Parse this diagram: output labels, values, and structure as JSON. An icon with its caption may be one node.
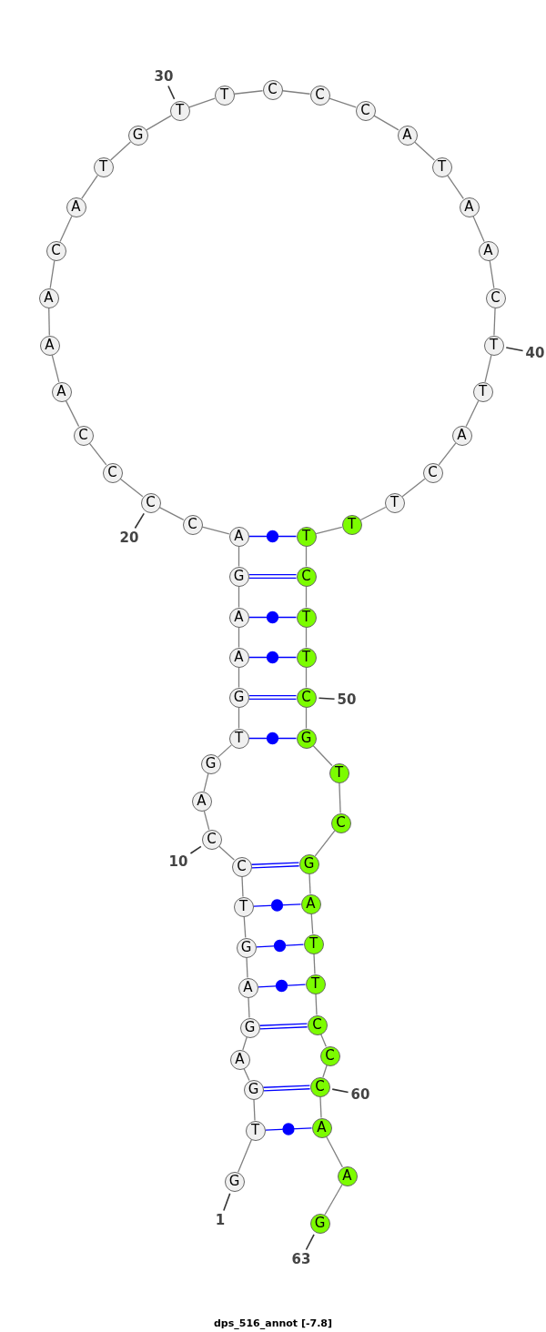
{
  "diagram": {
    "caption": "dps_516_annot [-7.8]",
    "nodes": [
      {
        "text": [
          "G"
        ]
      },
      {
        "text": [
          "T"
        ]
      },
      {
        "text": [
          "G"
        ]
      },
      {
        "text": [
          "A"
        ]
      },
      {
        "text": [
          "G"
        ]
      },
      {
        "text": [
          "A"
        ]
      },
      {
        "text": [
          "G"
        ]
      },
      {
        "text": [
          "T"
        ]
      },
      {
        "text": [
          "C"
        ]
      },
      {
        "text": [
          "C"
        ]
      },
      {
        "text": [
          "A"
        ]
      },
      {
        "text": [
          "G"
        ]
      },
      {
        "text": [
          "T"
        ]
      },
      {
        "text": [
          "G"
        ]
      },
      {
        "text": [
          "A"
        ]
      },
      {
        "text": [
          "A"
        ]
      },
      {
        "text": [
          "G"
        ]
      },
      {
        "text": [
          "A"
        ]
      },
      {
        "text": [
          "C"
        ]
      },
      {
        "text": [
          "C"
        ]
      },
      {
        "text": [
          "C"
        ]
      },
      {
        "text": [
          "C"
        ]
      },
      {
        "text": [
          "A"
        ]
      },
      {
        "text": [
          "A"
        ]
      },
      {
        "text": [
          "A"
        ]
      },
      {
        "text": [
          "C"
        ]
      },
      {
        "text": [
          "A"
        ]
      },
      {
        "text": [
          "T"
        ]
      },
      {
        "text": [
          "G"
        ]
      },
      {
        "text": [
          "T"
        ]
      },
      {
        "text": [
          "T"
        ]
      },
      {
        "text": [
          "C"
        ]
      },
      {
        "text": [
          "C"
        ]
      },
      {
        "text": [
          "C"
        ]
      },
      {
        "text": [
          "A"
        ]
      },
      {
        "text": [
          "T"
        ]
      },
      {
        "text": [
          "A"
        ]
      },
      {
        "text": [
          "A"
        ]
      },
      {
        "text": [
          "C"
        ]
      },
      {
        "text": [
          "T"
        ]
      },
      {
        "text": [
          "T"
        ]
      },
      {
        "text": [
          "A"
        ]
      },
      {
        "text": [
          "C"
        ]
      },
      {
        "text": [
          "T"
        ]
      },
      {
        "text": [
          "T"
        ]
      },
      {
        "text": [
          "T"
        ]
      },
      {
        "text": [
          "C"
        ]
      },
      {
        "text": [
          "T"
        ]
      },
      {
        "text": [
          "T"
        ]
      },
      {
        "text": [
          "C"
        ]
      },
      {
        "text": [
          "G"
        ]
      },
      {
        "text": [
          "T"
        ]
      },
      {
        "text": [
          "C"
        ]
      },
      {
        "text": [
          "G"
        ]
      },
      {
        "text": [
          "A"
        ]
      },
      {
        "text": [
          "T"
        ]
      },
      {
        "text": [
          "T"
        ]
      },
      {
        "text": [
          "C"
        ]
      },
      {
        "text": [
          "C"
        ]
      },
      {
        "text": [
          "C"
        ]
      },
      {
        "text": [
          "A"
        ]
      },
      {
        "text": [
          "A"
        ]
      },
      {
        "text": [
          "G"
        ]
      },
      {
        "text": [
          "30"
        ]
      },
      {
        "text": [
          "40"
        ]
      },
      {
        "text": [
          "20"
        ]
      },
      {
        "text": [
          "50"
        ]
      },
      {
        "text": [
          "10"
        ]
      },
      {
        "text": [
          "60"
        ]
      },
      {
        "text": [
          "1"
        ]
      },
      {
        "text": [
          "63"
        ]
      }
    ],
    "edges": [
      {
        "from": 0,
        "to": 1,
        "arrow": "none"
      },
      {
        "from": 1,
        "to": 2,
        "arrow": "none"
      },
      {
        "from": 2,
        "to": 3,
        "arrow": "none"
      },
      {
        "from": 3,
        "to": 4,
        "arrow": "none"
      },
      {
        "from": 4,
        "to": 5,
        "arrow": "none"
      },
      {
        "from": 5,
        "to": 6,
        "arrow": "none"
      },
      {
        "from": 6,
        "to": 7,
        "arrow": "none"
      },
      {
        "from": 7,
        "to": 8,
        "arrow": "none"
      },
      {
        "from": 8,
        "to": 9,
        "arrow": "none"
      },
      {
        "from": 9,
        "to": 10,
        "arrow": "none"
      },
      {
        "from": 10,
        "to": 11,
        "arrow": "none"
      },
      {
        "from": 11,
        "to": 12,
        "arrow": "none"
      },
      {
        "from": 12,
        "to": 13,
        "arrow": "none"
      },
      {
        "from": 13,
        "to": 14,
        "arrow": "none"
      },
      {
        "from": 14,
        "to": 15,
        "arrow": "none"
      },
      {
        "from": 15,
        "to": 16,
        "arrow": "none"
      },
      {
        "from": 16,
        "to": 17,
        "arrow": "none"
      },
      {
        "from": 17,
        "to": 18,
        "arrow": "none"
      },
      {
        "from": 18,
        "to": 19,
        "arrow": "none"
      },
      {
        "from": 19,
        "to": 20,
        "arrow": "none"
      },
      {
        "from": 20,
        "to": 21,
        "arrow": "none"
      },
      {
        "from": 21,
        "to": 22,
        "arrow": "none"
      },
      {
        "from": 22,
        "to": 23,
        "arrow": "none"
      },
      {
        "from": 23,
        "to": 24,
        "arrow": "none"
      },
      {
        "from": 24,
        "to": 25,
        "arrow": "none"
      },
      {
        "from": 25,
        "to": 26,
        "arrow": "none"
      },
      {
        "from": 26,
        "to": 27,
        "arrow": "none"
      },
      {
        "from": 27,
        "to": 28,
        "arrow": "none"
      },
      {
        "from": 28,
        "to": 29,
        "arrow": "none"
      },
      {
        "from": 29,
        "to": 30,
        "arrow": "none"
      },
      {
        "from": 30,
        "to": 31,
        "arrow": "none"
      },
      {
        "from": 31,
        "to": 32,
        "arrow": "none"
      },
      {
        "from": 32,
        "to": 33,
        "arrow": "none"
      },
      {
        "from": 33,
        "to": 34,
        "arrow": "none"
      },
      {
        "from": 34,
        "to": 35,
        "arrow": "none"
      },
      {
        "from": 35,
        "to": 36,
        "arrow": "none"
      },
      {
        "from": 36,
        "to": 37,
        "arrow": "none"
      },
      {
        "from": 37,
        "to": 38,
        "arrow": "none"
      },
      {
        "from": 38,
        "to": 39,
        "arrow": "none"
      },
      {
        "from": 39,
        "to": 40,
        "arrow": "none"
      },
      {
        "from": 40,
        "to": 41,
        "arrow": "none"
      },
      {
        "from": 41,
        "to": 42,
        "arrow": "none"
      },
      {
        "from": 42,
        "to": 43,
        "arrow": "none"
      },
      {
        "from": 43,
        "to": 44,
        "arrow": "none"
      },
      {
        "from": 44,
        "to": 45,
        "arrow": "none"
      },
      {
        "from": 45,
        "to": 46,
        "arrow": "none"
      },
      {
        "from": 46,
        "to": 47,
        "arrow": "none"
      },
      {
        "from": 47,
        "to": 48,
        "arrow": "none"
      },
      {
        "from": 48,
        "to": 49,
        "arrow": "none"
      },
      {
        "from": 49,
        "to": 50,
        "arrow": "none"
      },
      {
        "from": 50,
        "to": 51,
        "arrow": "none"
      },
      {
        "from": 51,
        "to": 52,
        "arrow": "none"
      },
      {
        "from": 52,
        "to": 53,
        "arrow": "none"
      },
      {
        "from": 53,
        "to": 54,
        "arrow": "none"
      },
      {
        "from": 54,
        "to": 55,
        "arrow": "none"
      },
      {
        "from": 55,
        "to": 56,
        "arrow": "none"
      },
      {
        "from": 56,
        "to": 57,
        "arrow": "none"
      },
      {
        "from": 57,
        "to": 58,
        "arrow": "none"
      },
      {
        "from": 58,
        "to": 59,
        "arrow": "none"
      },
      {
        "from": 59,
        "to": 60,
        "arrow": "none"
      },
      {
        "from": 60,
        "to": 61,
        "arrow": "none"
      },
      {
        "from": 61,
        "to": 62,
        "arrow": "none"
      },
      {
        "from": 17,
        "to": 45,
        "arrow": "none",
        "color": "#0000ff"
      },
      {
        "from": 16,
        "to": 46,
        "arrow": "none",
        "color": "#0000ff"
      },
      {
        "from": 15,
        "to": 47,
        "arrow": "none",
        "color": "#0000ff"
      },
      {
        "from": 14,
        "to": 48,
        "arrow": "none",
        "color": "#0000ff"
      },
      {
        "from": 13,
        "to": 49,
        "arrow": "none",
        "color": "#0000ff"
      },
      {
        "from": 12,
        "to": 50,
        "arrow": "none",
        "color": "#0000ff"
      },
      {
        "from": 8,
        "to": 53,
        "arrow": "none",
        "color": "#0000ff"
      },
      {
        "from": 7,
        "to": 54,
        "arrow": "none",
        "color": "#0000ff"
      },
      {
        "from": 6,
        "to": 55,
        "arrow": "none",
        "color": "#0000ff"
      },
      {
        "from": 5,
        "to": 56,
        "arrow": "none",
        "color": "#0000ff"
      },
      {
        "from": 4,
        "to": 57,
        "arrow": "none",
        "color": "#0000ff"
      },
      {
        "from": 2,
        "to": 59,
        "arrow": "none",
        "color": "#0000ff"
      },
      {
        "from": 1,
        "to": 60,
        "arrow": "none",
        "color": "#0000ff"
      },
      {
        "from": 63,
        "to": 29,
        "arrow": "none",
        "color": "#333333"
      },
      {
        "from": 64,
        "to": 39,
        "arrow": "none",
        "color": "#333333"
      },
      {
        "from": 65,
        "to": 19,
        "arrow": "none",
        "color": "#333333"
      },
      {
        "from": 66,
        "to": 49,
        "arrow": "none",
        "color": "#333333"
      },
      {
        "from": 67,
        "to": 9,
        "arrow": "none",
        "color": "#333333"
      },
      {
        "from": 68,
        "to": 59,
        "arrow": "none",
        "color": "#333333"
      },
      {
        "from": 69,
        "to": 0,
        "arrow": "none",
        "color": "#333333"
      },
      {
        "from": 70,
        "to": 62,
        "arrow": "none",
        "color": "#333333"
      }
    ]
  }
}
